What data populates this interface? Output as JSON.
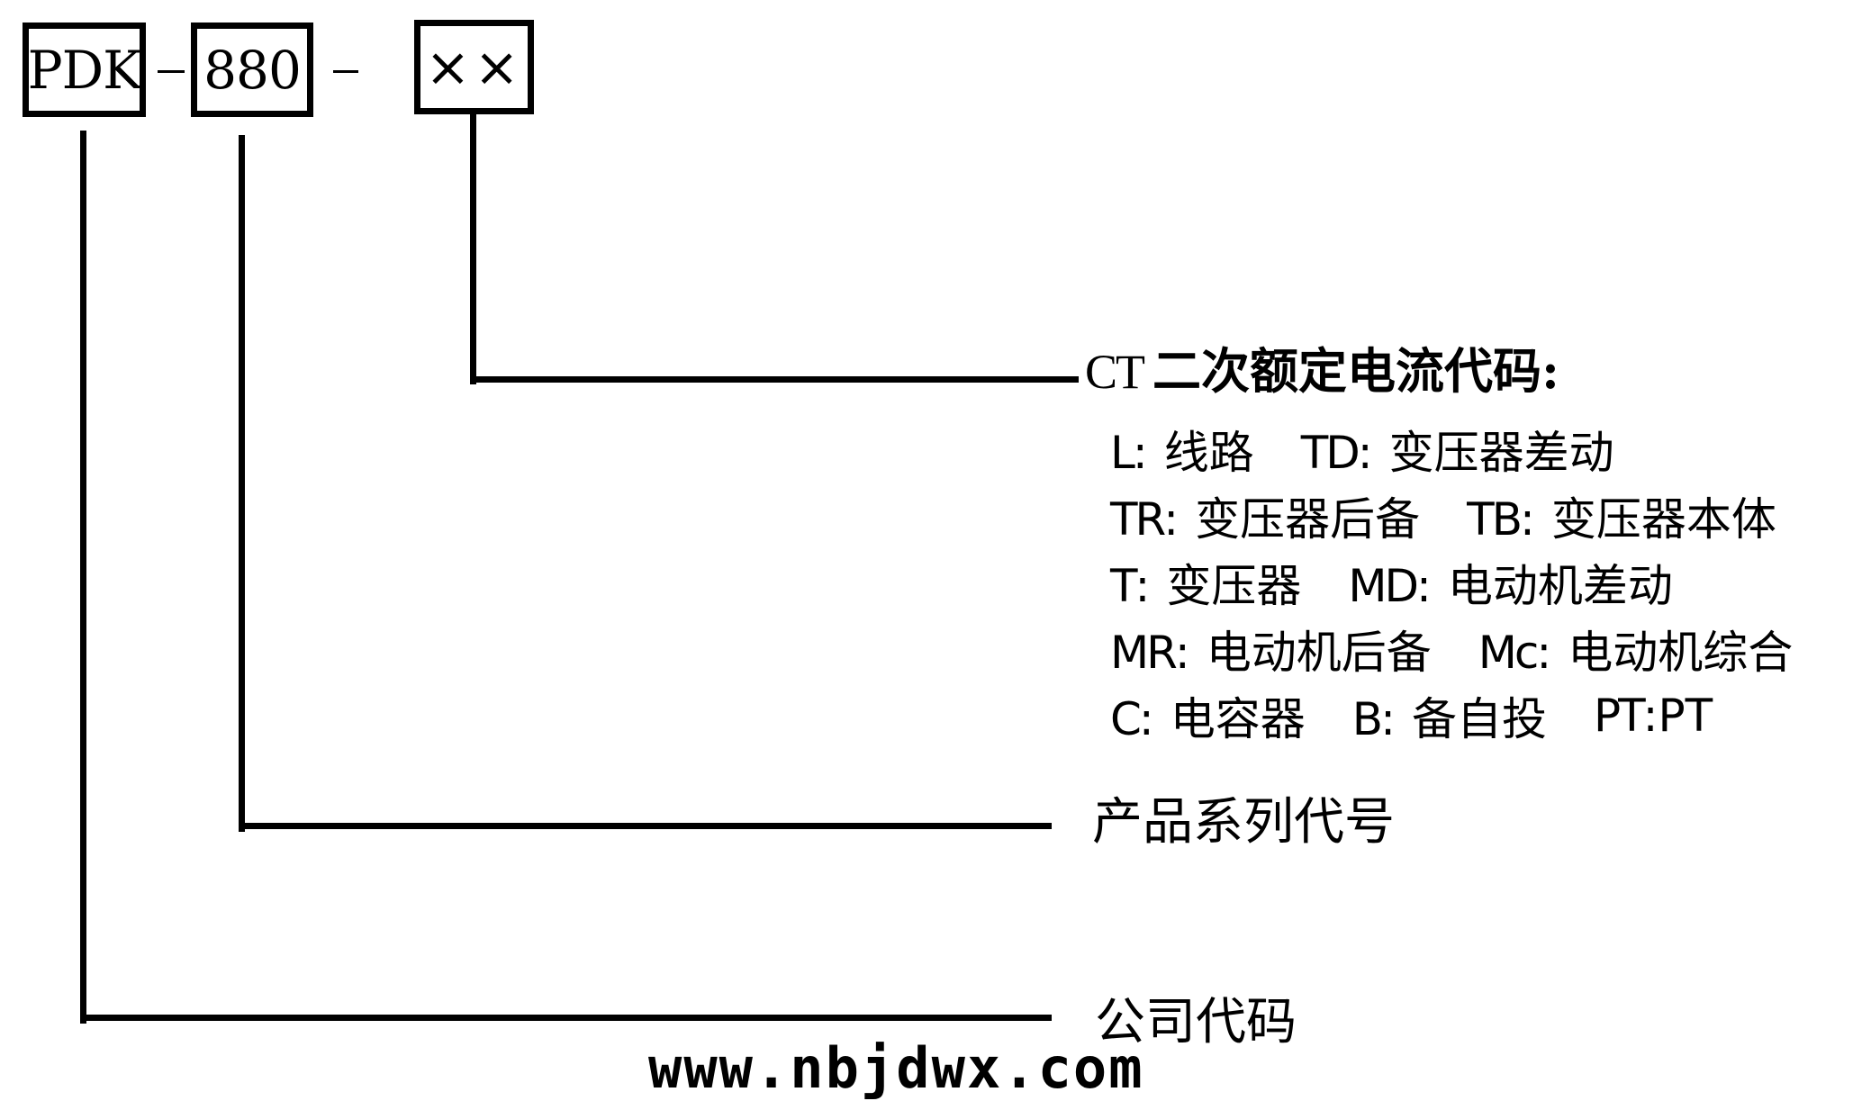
{
  "code_boxes": [
    {
      "id": "company",
      "text": "PDK"
    },
    {
      "id": "series",
      "text": "880"
    },
    {
      "id": "ct",
      "text": "××"
    }
  ],
  "separators": [
    "-",
    "-"
  ],
  "labels": {
    "ct_title_prefix": "CT",
    "ct_title": "二次额定电流代码:",
    "series": "产品系列代号",
    "company": "公司代码"
  },
  "legend": {
    "rows": [
      [
        {
          "code": "L",
          "sep": ":",
          "desc": "线路"
        },
        {
          "code": "TD",
          "sep": ":",
          "desc": "变压器差动"
        }
      ],
      [
        {
          "code": "TR",
          "sep": ":",
          "desc": "变压器后备"
        },
        {
          "code": "TB",
          "sep": ":",
          "desc": "变压器本体"
        }
      ],
      [
        {
          "code": "T",
          "sep": ":",
          "desc": "变压器"
        },
        {
          "code": "MD",
          "sep": ":",
          "desc": "电动机差动"
        }
      ],
      [
        {
          "code": "MR",
          "sep": ":",
          "desc": "电动机后备"
        },
        {
          "code": "Mc",
          "sep": ":",
          "desc": "电动机综合"
        }
      ],
      [
        {
          "code": "C",
          "sep": ":",
          "desc": "电容器"
        },
        {
          "code": "B",
          "sep": ":",
          "desc": "备自投"
        },
        {
          "code": "PT",
          "sep": ":",
          "desc": "PT"
        }
      ]
    ]
  },
  "watermark": "www.nbjdwx.com"
}
